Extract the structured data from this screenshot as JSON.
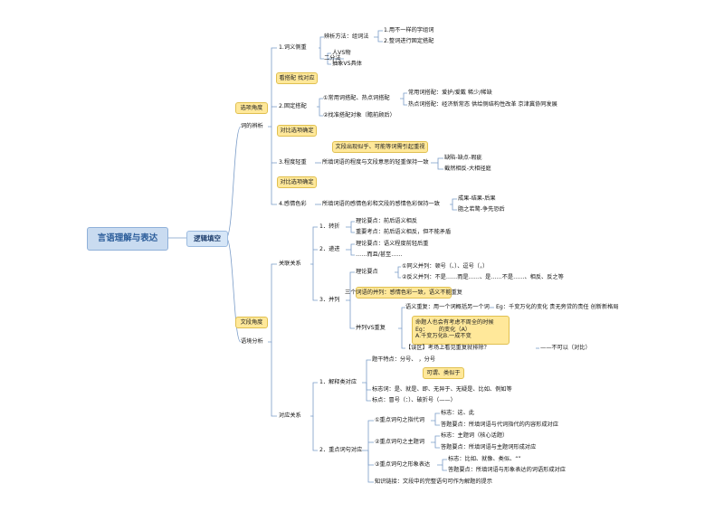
{
  "root": "言语理解与表达",
  "branch": "逻辑填空",
  "section1": {
    "note": "选项角度",
    "title": "词的辨析",
    "topics": {
      "t1": {
        "label": "1.词义侧重",
        "m1": "辨析方法：组词法",
        "m1a": "1.用不一样的字组词",
        "m1b": "2.整词进行固定搭配",
        "m2": "二分法",
        "m2a": "人VS物",
        "m2b": "抽象VS具体"
      },
      "t2": {
        "note": "看搭配  找对应",
        "label": "2.固定搭配",
        "m1": "①常用词搭配、热点词搭配",
        "m1a": "常用词搭配：爱护/爱戴     稀少/稀缺",
        "m1b": "热点词搭配：经济新常态    供给侧结构性改革    京津冀协同发展",
        "m2": "②找准搭配对象（瞻前顾后）"
      },
      "t3": {
        "note1": "对比选项确定",
        "note2": "文段出现似乎、可能等词需引起重视",
        "label": "3.程度轻重",
        "m1": "所填词语的程度与文段意思的轻重保持一致",
        "m1a": "缺陷-缺点-瑕疵",
        "m1b": "截然相反-大相径庭"
      },
      "t4": {
        "note": "对比选项确定",
        "label": "4.感情色彩",
        "m1": "所填词语的感情色彩和文段的感情色彩保持一致",
        "m1a": "成果-结果-后果",
        "m1b": "脂之若鹜-争先恐后"
      }
    }
  },
  "section2": {
    "note": "文段角度",
    "title": "语境分析",
    "group1": {
      "label": "关联关系",
      "z1": {
        "label": "1．转折",
        "a": "理论要点：前后语义相反",
        "b": "重要考点：前后语义相反，但不能矛盾"
      },
      "z2": {
        "label": "2．递进",
        "a": "理论要点：语义程度前轻后重",
        "b": "……而且/甚至……"
      },
      "z3": {
        "label": "3．并列",
        "p": "理论要点",
        "p1": "①同义并列：顿号（、）、逗号（，）",
        "p2": "②反义并列：不是……而是……、是……不是……、相反、反之等",
        "note": "三个词语的并列：感情色彩一致，语义不能重复",
        "r": "并列VS重复",
        "r1": "语义重复：用一个词概括另一个词",
        "r1b": "Eg：千变万化的变化   贵无旁贷的责任    创新新格局",
        "rnote": "命题人也会有考虑不周全的时候\nEg：      的变化（A）\nA.千变万化B.一成不变",
        "r2": "【误区】考场上看见重复就排除？",
        "r2b": "——不可以（对比）"
      }
    },
    "group2": {
      "label": "对应关系",
      "y1": {
        "label": "1．解释类对应",
        "a": "题干特点：分号、        ，分号",
        "note": "可谓、类似于",
        "b": "标志词：是、就是、即、无异于、无疑是、比如、例如等",
        "c": "标点：冒号（：）、破折号（——）"
      },
      "y2": {
        "label": "2．重点词句对应",
        "s1": "①重点词句之指代词",
        "s1a": "标志：这、此",
        "s1b": "答题要点：所填词语与代词指代的内容形成对应",
        "s2": "②重点词句之主题词",
        "s2a": "标志：主题词（核心话题）",
        "s2b": "答题要点：所填词语与主题词形成对应",
        "s3": "③重点词句之形象表达",
        "s3a": "标志：比如、就像、类似、“”",
        "s3b": "答题要点：所填词语与形象表达的词语形成对应",
        "s4": "知识链接：文段中的完整语句可作为解题的提示"
      }
    }
  }
}
